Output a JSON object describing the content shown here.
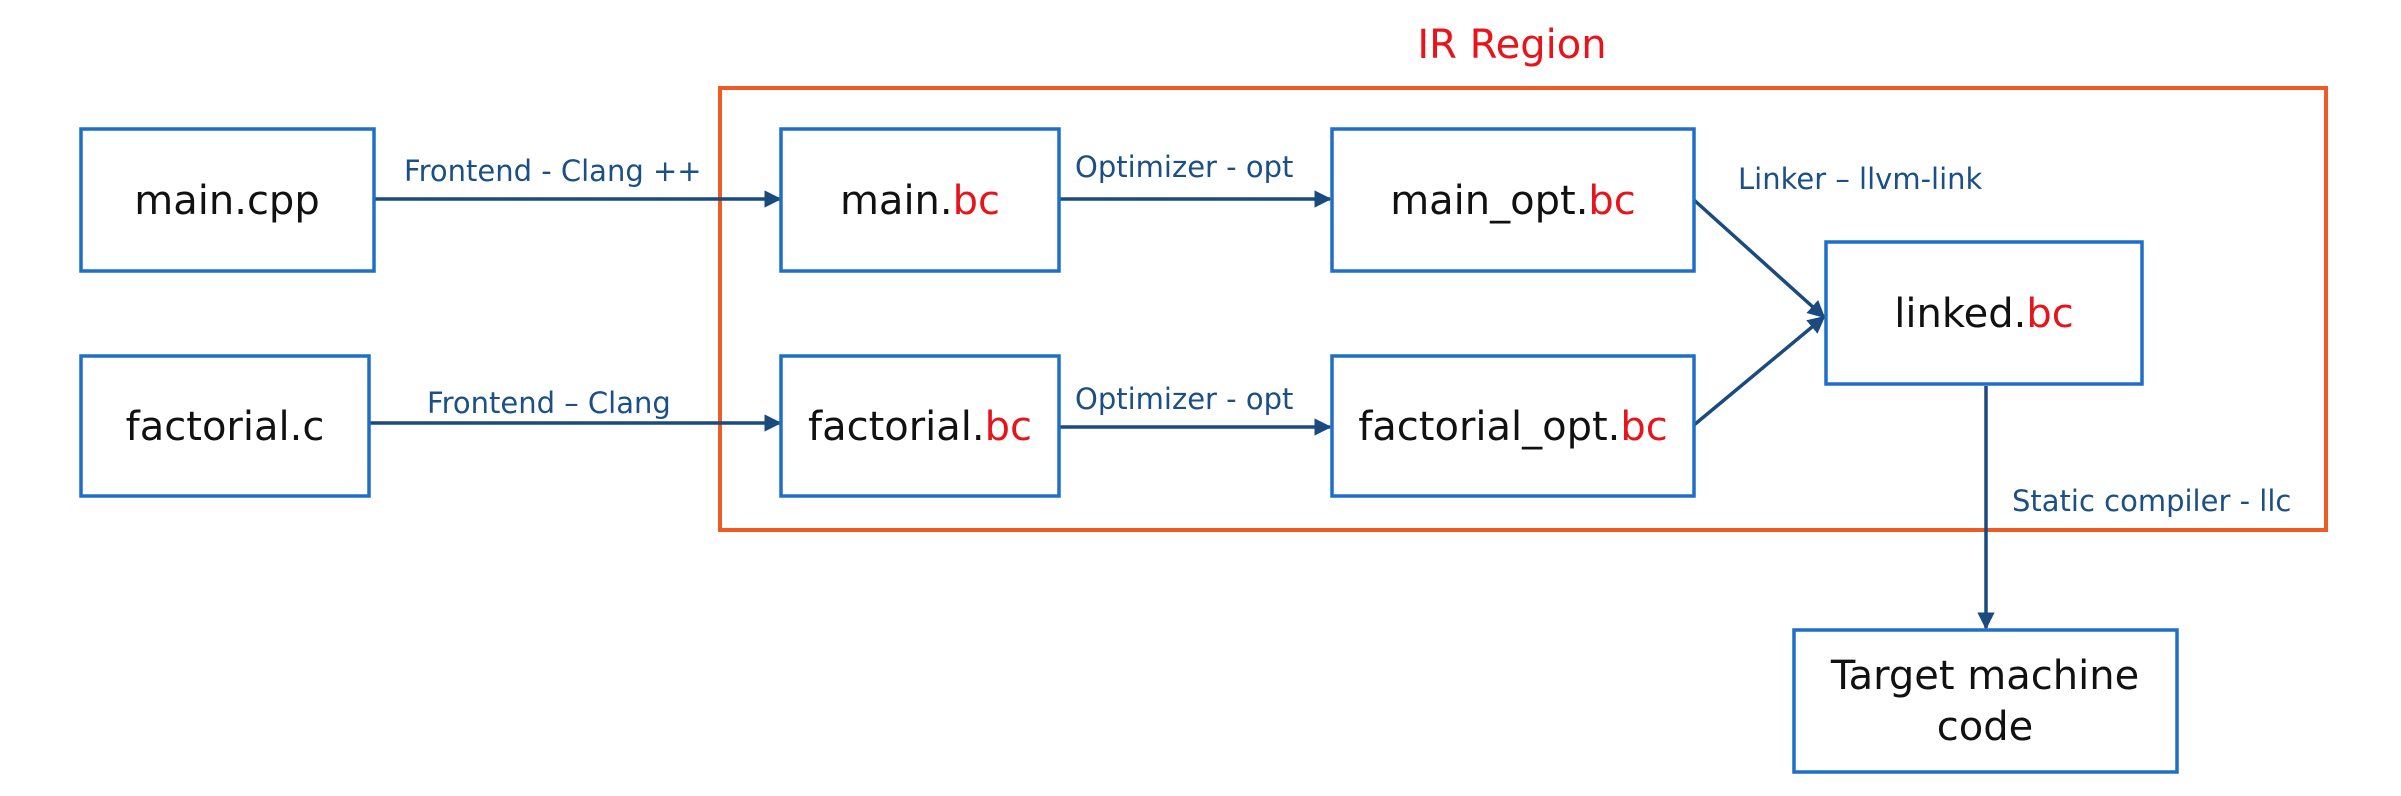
{
  "region": {
    "label": "IR Region"
  },
  "nodes": {
    "main_cpp": {
      "name": "main.cpp",
      "ext": ""
    },
    "factorial_c": {
      "name": "factorial.c",
      "ext": ""
    },
    "main_bc": {
      "name": "main.",
      "ext": "bc"
    },
    "factorial_bc": {
      "name": "factorial.",
      "ext": "bc"
    },
    "main_opt_bc": {
      "name": "main_opt.",
      "ext": "bc"
    },
    "factorial_opt_bc": {
      "name": "factorial_opt.",
      "ext": "bc"
    },
    "linked_bc": {
      "name": "linked.",
      "ext": "bc"
    },
    "target": {
      "line1": "Target machine",
      "line2": "code"
    }
  },
  "edges": {
    "frontend_clangpp": "Frontend - Clang ++",
    "frontend_clang": "Frontend – Clang",
    "optimizer_main": "Optimizer - opt",
    "optimizer_factorial": "Optimizer - opt",
    "linker": "Linker – llvm-link",
    "static_compiler": "Static compiler - llc"
  },
  "colors": {
    "node_border": "#1f6fc8",
    "region_border": "#f05a23",
    "bc_extension": "#e8141b",
    "edge": "#1b4a7e",
    "edge_label": "#1b4f86"
  }
}
